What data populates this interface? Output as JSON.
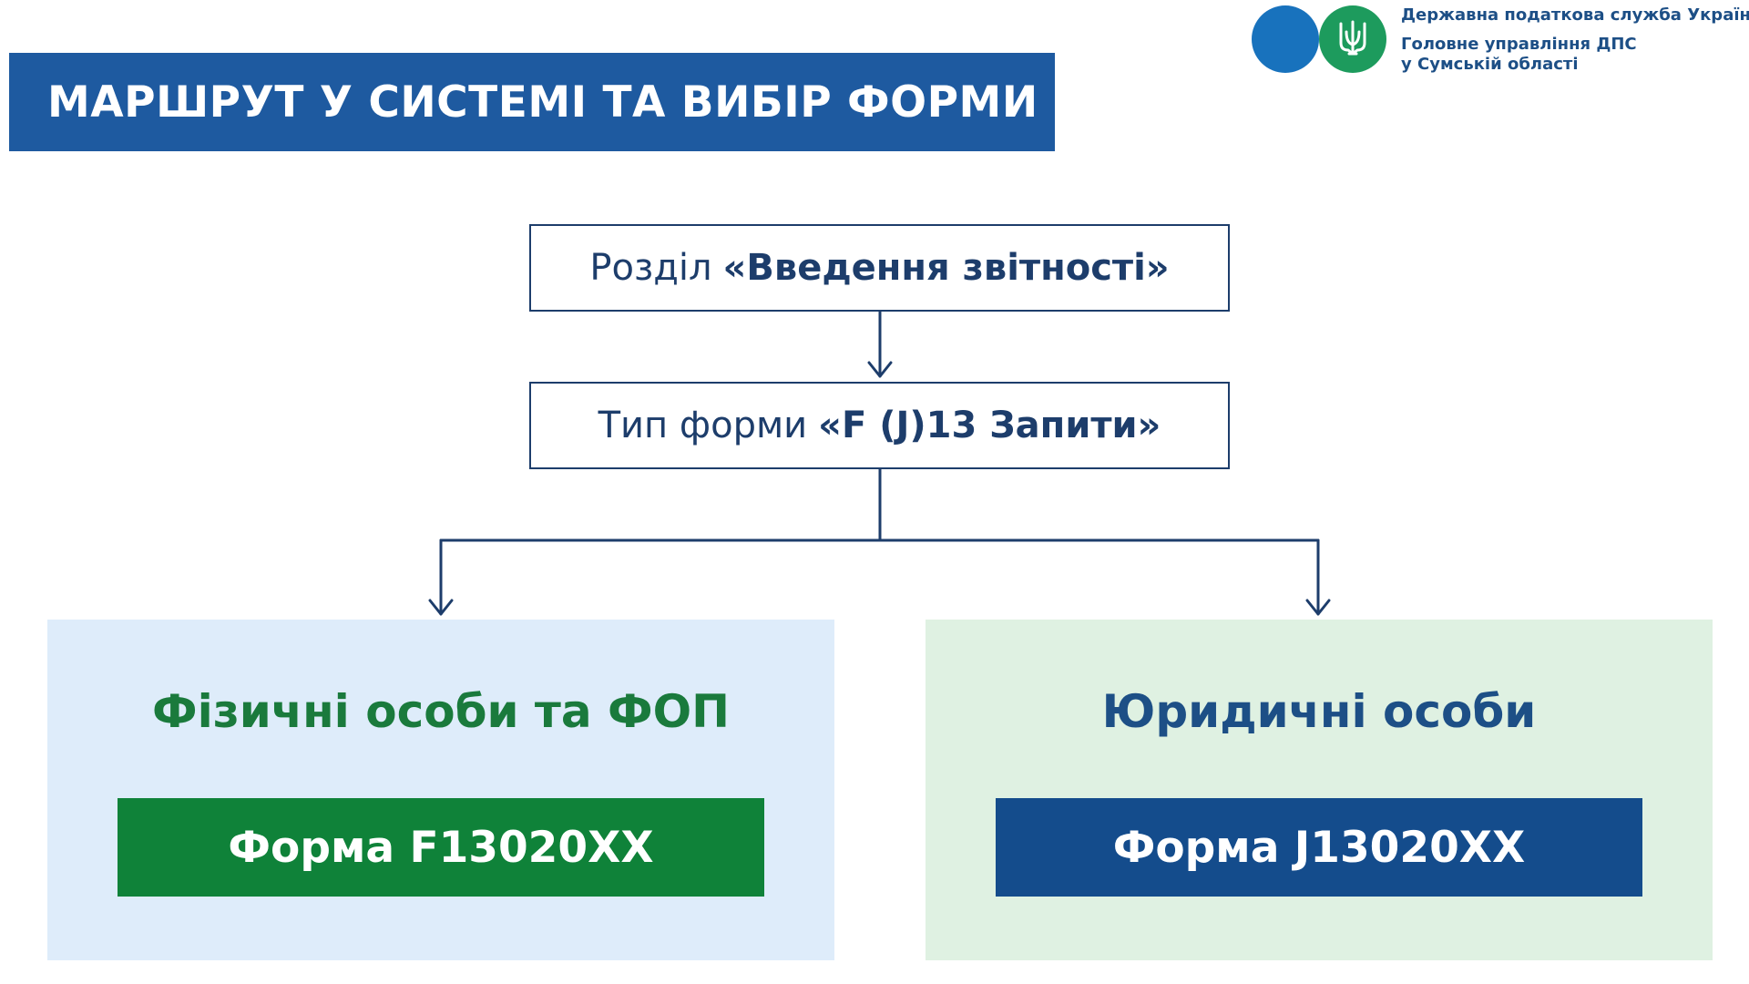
{
  "title": "МАРШРУТ У СИСТЕМІ ТА ВИБІР ФОРМИ",
  "logo": {
    "line1": "Державна податкова служба України",
    "line2": "Головне управління ДПС",
    "line3": "у Сумській області",
    "emblem_icon": "trident-icon"
  },
  "flow": {
    "step1": {
      "prefix": "Розділ",
      "value": "«Введення звітності»"
    },
    "step2": {
      "prefix": "Тип форми",
      "value": "«F (J)13 Запити»"
    }
  },
  "categories": [
    {
      "heading": "Фізичні особи та ФОП",
      "form": "Форма F13020XX"
    },
    {
      "heading": "Юридичні особи",
      "form": "Форма J13020XX"
    }
  ],
  "colors": {
    "title_bg": "#1e5aa0",
    "logo_blue": "#1872bd",
    "logo_green": "#1d9b5d",
    "left_panel_bg": "#deecfa",
    "right_panel_bg": "#dff1e2",
    "green_form": "#0f8239",
    "blue_form": "#144c8c",
    "connector": "#1d3d6b"
  }
}
